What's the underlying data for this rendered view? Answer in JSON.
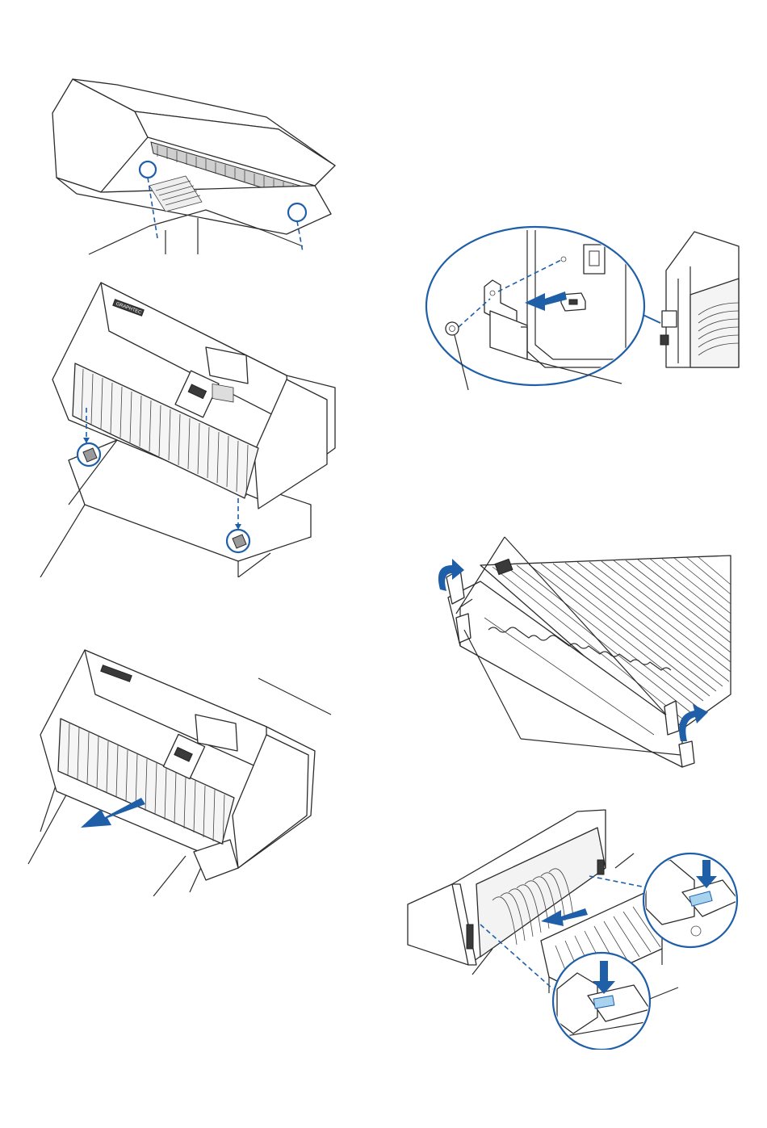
{
  "colors": {
    "accent": "#1f5fa8",
    "highlight": "#a8d3ef",
    "line": "#2b2b2b"
  },
  "figures": [
    {
      "name": "fig-1-stand-mount-underside"
    },
    {
      "name": "fig-2-lower-onto-stand"
    },
    {
      "name": "fig-3-slide-cutter-forward"
    },
    {
      "name": "fig-4-remove-bracket-detail"
    },
    {
      "name": "fig-5-rotate-media-guide"
    },
    {
      "name": "fig-6-attach-media-basket"
    }
  ],
  "brand_label": "GRAPHTEC"
}
